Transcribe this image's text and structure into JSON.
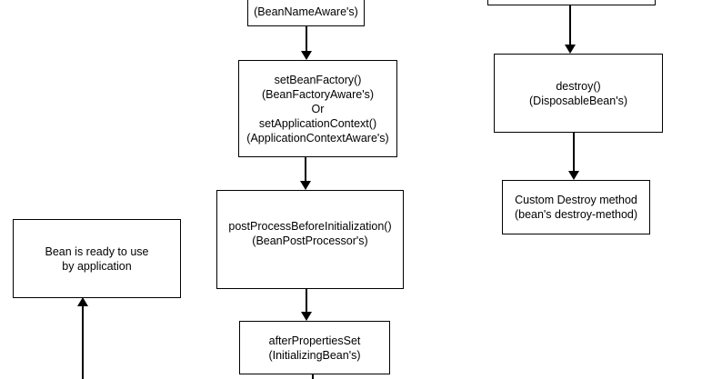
{
  "diagram": {
    "name": "Spring bean lifecycle flowchart",
    "colors": {
      "background": "#ffffff",
      "box_border": "#000000",
      "box_fill": "#ffffff",
      "text": "#000000",
      "arrow": "#000000"
    },
    "nodes": {
      "bean_name_aware": {
        "lines": [
          "(BeanNameAware's)"
        ],
        "note": "box cropped at top edge of screenshot"
      },
      "set_bean_factory": {
        "lines": [
          "setBeanFactory()",
          "(BeanFactoryAware's)",
          "Or",
          "setApplicationContext()",
          "(ApplicationContextAware's)"
        ]
      },
      "post_process_before_initialization": {
        "lines": [
          "postProcessBeforeInitialization()",
          "(BeanPostProcessor's)"
        ]
      },
      "after_properties_set": {
        "lines": [
          "afterPropertiesSet",
          "(InitializingBean's)"
        ],
        "note": "box cropped at bottom edge of screenshot"
      },
      "bean_ready": {
        "lines": [
          "Bean is ready to use",
          "by application"
        ]
      },
      "right_top_partial": {
        "lines": [],
        "note": "only bottom edge of box visible at top edge of screenshot"
      },
      "destroy": {
        "lines": [
          "destroy()",
          "(DisposableBean's)"
        ]
      },
      "custom_destroy": {
        "lines": [
          "Custom Destroy method",
          "(bean's destroy-method)"
        ]
      }
    }
  }
}
